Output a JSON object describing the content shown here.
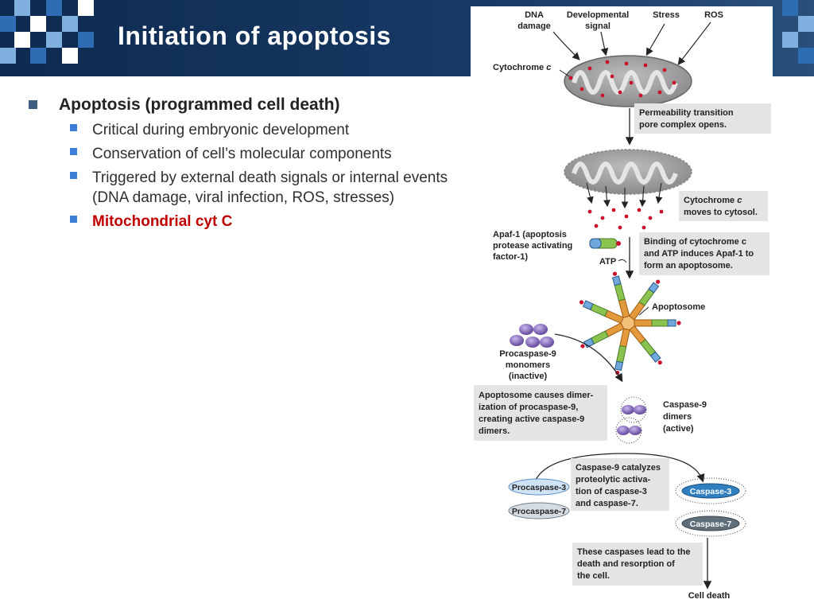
{
  "slide": {
    "title": "Initiation of apoptosis"
  },
  "bullets": {
    "main": "Apoptosis (programmed cell death)",
    "sub": [
      "Critical during embryonic development",
      "Conservation of cell’s molecular components",
      "Triggered by external death signals or internal events (DNA damage, viral infection, ROS, stresses)",
      "Mitochondrial cyt C"
    ]
  },
  "diagram": {
    "signals": {
      "dna_damage_1": "DNA",
      "dna_damage_2": "damage",
      "developmental_1": "Developmental",
      "developmental_2": "signal",
      "stress": "Stress",
      "ros": "ROS"
    },
    "cytochrome_prefix": "Cytochrome ",
    "cytochrome_c": "c",
    "step1": [
      "Permeability transition",
      "pore complex opens."
    ],
    "step2_prefix": "Cytochrome ",
    "step2_italic": "c",
    "step2_line2": "moves to cytosol.",
    "apaf": [
      "Apaf-1 (apoptosis",
      "protease activating",
      "factor-1)"
    ],
    "atp": "ATP",
    "step3": [
      "Binding of cytochrome c",
      "and ATP induces Apaf-1 to",
      "form an apoptosome."
    ],
    "apoptosome": "Apoptosome",
    "procaspase9": [
      "Procaspase-9",
      "monomers",
      "(inactive)"
    ],
    "step4": [
      "Apoptosome causes dimer-",
      "ization of procaspase-9,",
      "creating active caspase-9",
      "dimers."
    ],
    "caspase9": [
      "Caspase-9",
      "dimers",
      "(active)"
    ],
    "step5": [
      "Caspase-9 catalyzes",
      "proteolytic activa-",
      "tion of caspase-3",
      "and caspase-7."
    ],
    "procaspase3": "Procaspase-3",
    "procaspase7": "Procaspase-7",
    "caspase3": "Caspase-3",
    "caspase7": "Caspase-7",
    "step6": [
      "These caspases lead to the",
      "death and resorption of",
      "the cell."
    ],
    "cell_death": "Cell death"
  },
  "colors": {
    "header_dark": "#0e2a50",
    "tile_blue": "#2e6db4",
    "tile_light": "#7fb0e0",
    "bullet_square": "#3c5e80",
    "sub_bullet_square": "#3b7fd6",
    "highlight_red": "#c00000",
    "box_gray": "#e4e4e4",
    "mito_gray": "#8c8c8c",
    "cyt_dot": "#c8102e",
    "caspase_purple": "#6b4fa0",
    "caspase3_blue": "#2f7fc1",
    "caspase7_slate": "#5f6f7a"
  }
}
